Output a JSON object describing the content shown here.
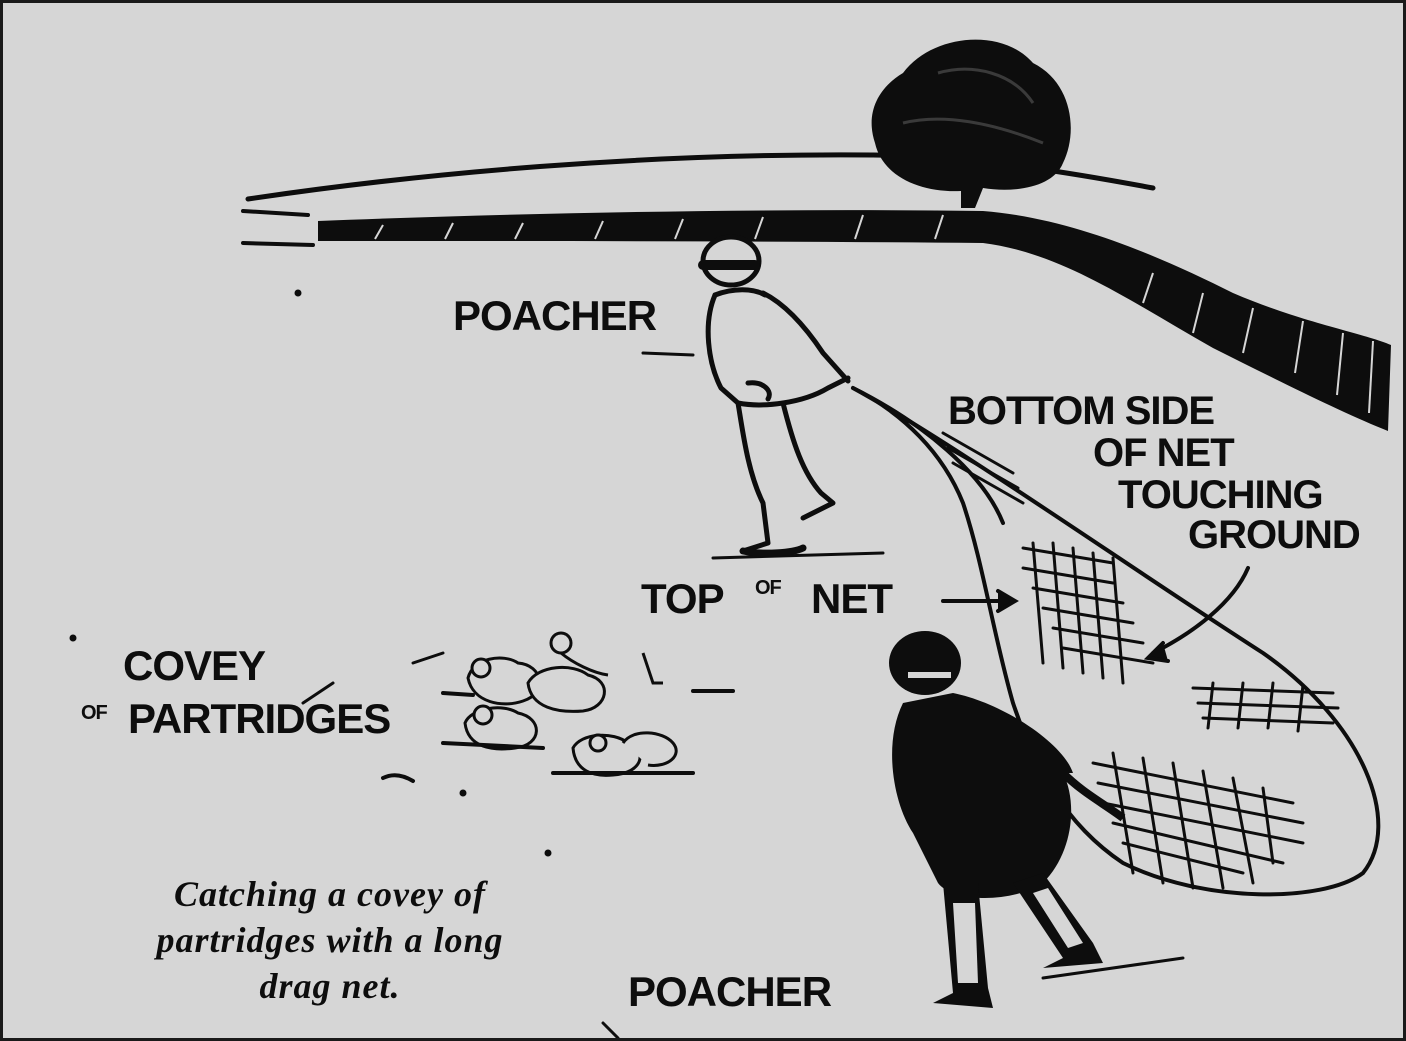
{
  "labels": {
    "poacher_top": "POACHER",
    "bottom_side_line1": "BOTTOM SIDE",
    "bottom_side_line2": "OF NET",
    "bottom_side_line3": "TOUCHING",
    "bottom_side_line4": "GROUND",
    "top_of_net_top": "TOP",
    "top_of_net_of": "OF",
    "top_of_net_net": "NET",
    "covey_line1": "COVEY",
    "covey_of": "OF",
    "covey_line2": "PARTRIDGES",
    "poacher_bottom": "POACHER"
  },
  "caption": {
    "line1": "Catching a covey of",
    "line2": "partridges with a long",
    "line3": "drag net."
  }
}
